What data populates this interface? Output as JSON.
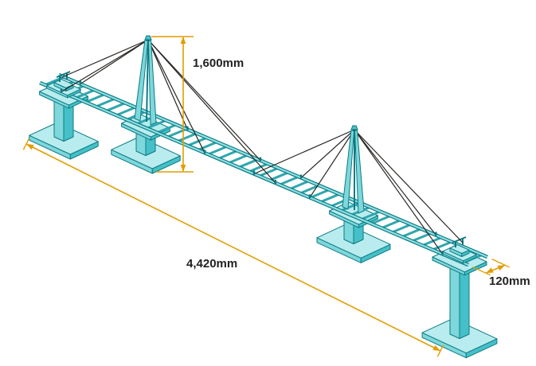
{
  "diagram": {
    "description": "Isometric technical illustration of a model cable-stayed bridge with two pylons, four pedestal piers and dimension callouts",
    "labels": {
      "tower_height": "1,600mm",
      "overall_length": "4,420mm",
      "deck_width": "120mm"
    },
    "colors": {
      "structure_top": "#b9ecee",
      "structure_front": "#7dd7db",
      "structure_side": "#45c0c8",
      "outline": "#0d7b83",
      "cable": "#2a2623",
      "dimension": "#e39c00",
      "label_text": "#231f20",
      "background": "#ffffff"
    }
  }
}
